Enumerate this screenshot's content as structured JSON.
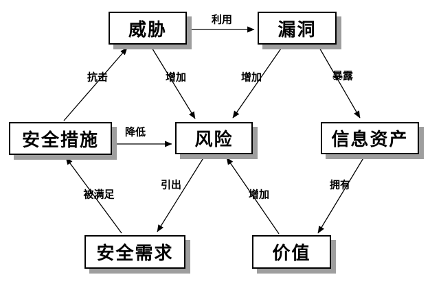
{
  "diagram": {
    "description": "信息安全风险关系图",
    "nodes": [
      {
        "id": "threat",
        "label": "威胁"
      },
      {
        "id": "vulnerability",
        "label": "漏洞"
      },
      {
        "id": "security-measures",
        "label": "安全措施"
      },
      {
        "id": "risk",
        "label": "风险"
      },
      {
        "id": "information-assets",
        "label": "信息资产"
      },
      {
        "id": "security-requirements",
        "label": "安全需求"
      },
      {
        "id": "value",
        "label": "价值"
      }
    ],
    "edges": [
      {
        "from": "威胁",
        "to": "漏洞",
        "label": "利用"
      },
      {
        "from": "安全措施",
        "to": "威胁",
        "label": "抗击"
      },
      {
        "from": "威胁",
        "to": "风险",
        "label": "增加"
      },
      {
        "from": "漏洞",
        "to": "风险",
        "label": "增加"
      },
      {
        "from": "漏洞",
        "to": "信息资产",
        "label": "暴露"
      },
      {
        "from": "安全措施",
        "to": "风险",
        "label": "降低"
      },
      {
        "from": "安全需求",
        "to": "安全措施",
        "label": "被满足"
      },
      {
        "from": "风险",
        "to": "安全需求",
        "label": "引出"
      },
      {
        "from": "价值",
        "to": "风险",
        "label": "增加"
      },
      {
        "from": "信息资产",
        "to": "价值",
        "label": "拥有"
      }
    ],
    "colors": {
      "background": "#ffffff",
      "box_fill": "#ffffff",
      "box_border": "#000000",
      "box_shadow": "#9e9e9e",
      "line": "#000000",
      "text": "#000000"
    }
  }
}
